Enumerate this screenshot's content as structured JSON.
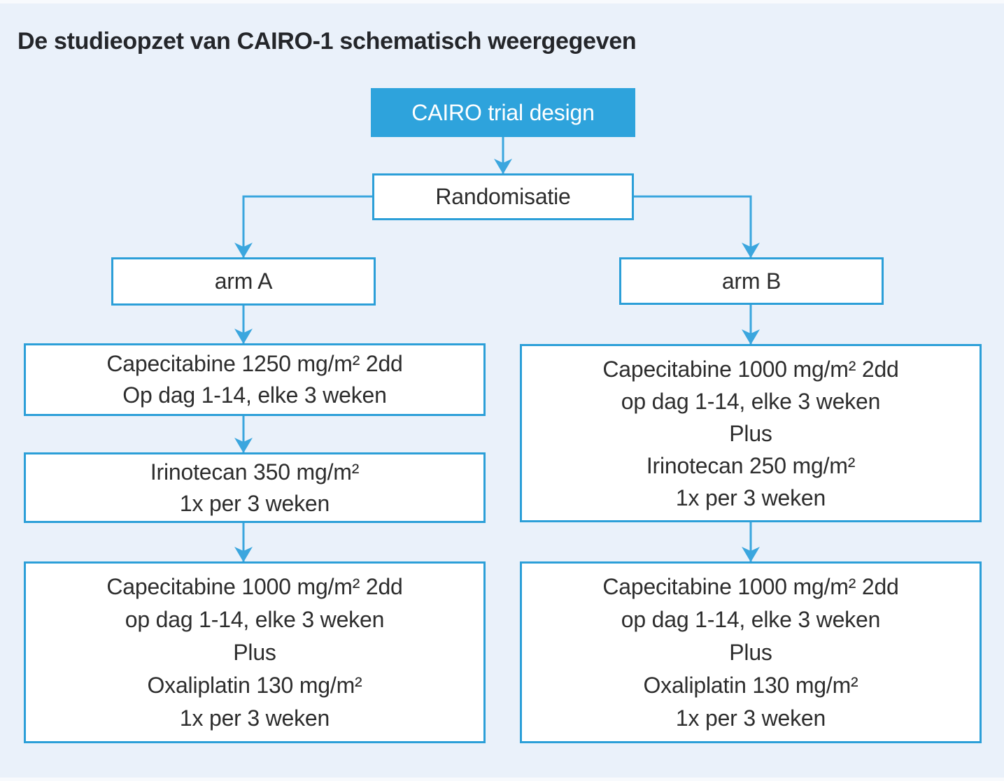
{
  "page": {
    "title": "De studieopzet van CAIRO-1 schematisch weergegeven"
  },
  "colors": {
    "background": "#EAF1FA",
    "accent_blue": "#2EA3DC",
    "box_border_blue": "#2C9FD8",
    "arrow_blue": "#3BA6DE",
    "text_dark": "#2D2D2D"
  },
  "flowchart": {
    "root": {
      "label": "CAIRO trial design"
    },
    "randomisation": {
      "label": "Randomisatie"
    },
    "arm_a": {
      "label": "arm A",
      "step1": {
        "lines": [
          "Capecitabine 1250 mg/m² 2dd",
          "Op dag 1-14, elke 3 weken"
        ]
      },
      "step2": {
        "lines": [
          "Irinotecan 350 mg/m²",
          "1x per 3 weken"
        ]
      },
      "step3": {
        "lines": [
          "Capecitabine 1000 mg/m² 2dd",
          "op dag 1-14, elke 3 weken",
          "Plus",
          "Oxaliplatin 130 mg/m²",
          "1x per 3 weken"
        ]
      }
    },
    "arm_b": {
      "label": "arm B",
      "step1": {
        "lines": [
          "Capecitabine 1000 mg/m² 2dd",
          "op dag 1-14, elke 3 weken",
          "Plus",
          "Irinotecan 250 mg/m²",
          "1x per 3 weken"
        ]
      },
      "step2": {
        "lines": [
          "Capecitabine 1000 mg/m² 2dd",
          "op dag 1-14, elke 3 weken",
          "Plus",
          "Oxaliplatin 130 mg/m²",
          "1x per 3 weken"
        ]
      }
    }
  }
}
